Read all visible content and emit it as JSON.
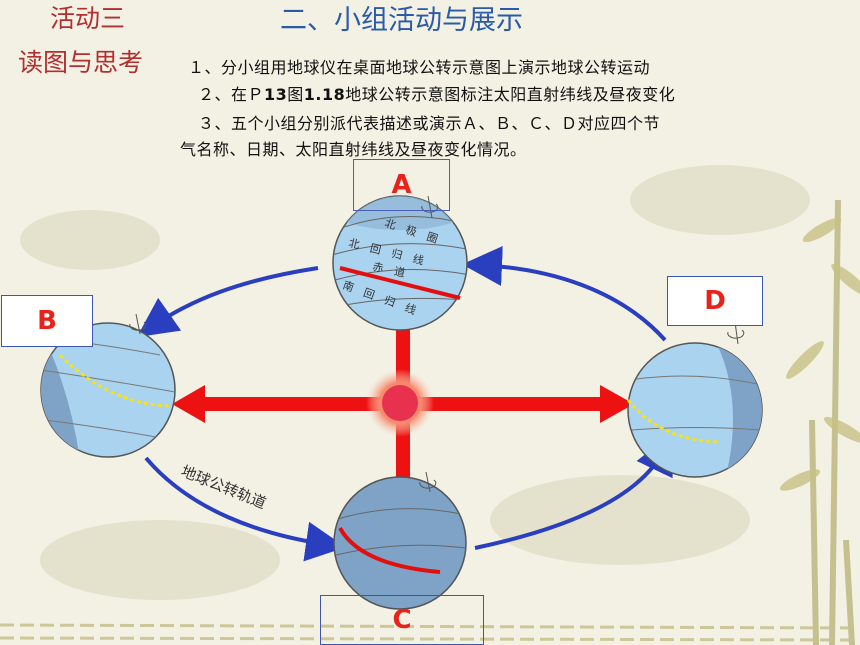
{
  "activity_label": "活动三",
  "reading_label": "读图与思考",
  "section_title": "二、小组活动与展示",
  "instructions": {
    "line1": "１、分小组用地球仪在桌面地球公转示意图上演示地球公转运动",
    "line2_pre": "２、在Ｐ",
    "line2_bold": "13",
    "line2_mid": "图",
    "line2_bold2": "1.18",
    "line2_post": "地球公转示意图标注太阳直射纬线及昼夜变化",
    "line3": "３、五个小组分别派代表描述或演示Ａ、Ｂ、Ｃ、Ｄ对应四个节",
    "line3b": "气名称、日期、太阳直射纬线及昼夜变化情况。"
  },
  "positions": {
    "a": "A",
    "b": "B",
    "c": "C",
    "d": "D"
  },
  "globe_a_labels": {
    "arctic": "北　极　圈",
    "tropic_cancer": "北　回　归　线",
    "equator": "赤　道",
    "tropic_capricorn": "南　回　归　线"
  },
  "orbit_label": "地球公转轨道",
  "colors": {
    "red_arrow": "#ee1111",
    "orbit_blue": "#2a3fbf",
    "globe_light": "#a9d3ee",
    "globe_dark": "#7fa3c6",
    "sun": "#e8314f",
    "heading_red": "#b22f2f",
    "title_blue": "#2a5aa8"
  }
}
